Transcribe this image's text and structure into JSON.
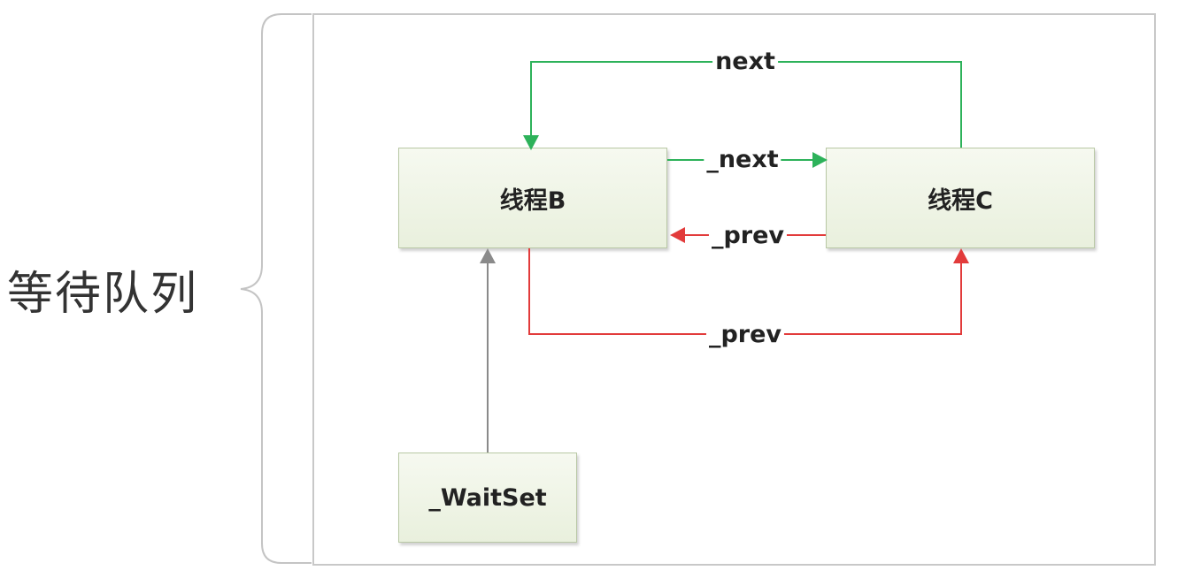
{
  "group": {
    "label": "等待队列"
  },
  "nodes": {
    "thread_b": "线程B",
    "thread_c": "线程C",
    "wait_set": "_WaitSet"
  },
  "edges": {
    "next_top": "next",
    "next_mid": "_next",
    "prev_mid": "_prev",
    "prev_bottom": "_prev"
  },
  "colors": {
    "next": "#2db25a",
    "prev": "#e23b3b",
    "waitset_link": "#8a8a8a"
  }
}
